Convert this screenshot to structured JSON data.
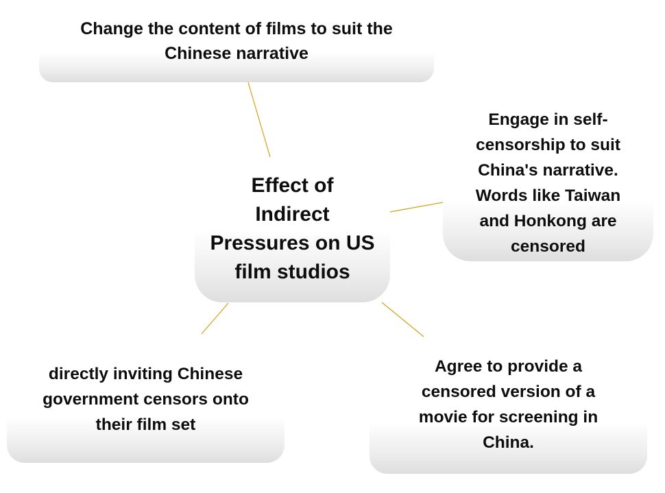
{
  "diagram": {
    "center": {
      "lines": [
        "Effect of",
        "Indirect",
        "Pressures on US",
        "film studios"
      ]
    },
    "nodes": {
      "top": {
        "lines": [
          "Change the content of films to suit the",
          "Chinese narrative"
        ]
      },
      "right": {
        "lines": [
          "Engage in self-",
          "censorship to suit",
          "China's narrative.",
          "Words like Taiwan",
          "and Honkong are",
          "censored"
        ]
      },
      "bottom_left": {
        "lines": [
          "directly inviting Chinese",
          "government censors onto",
          "their film set"
        ]
      },
      "bottom_right": {
        "lines": [
          "Agree to provide a",
          "censored version of a",
          "movie for screening in",
          "China."
        ]
      }
    },
    "connector_color": "#d4a017"
  }
}
